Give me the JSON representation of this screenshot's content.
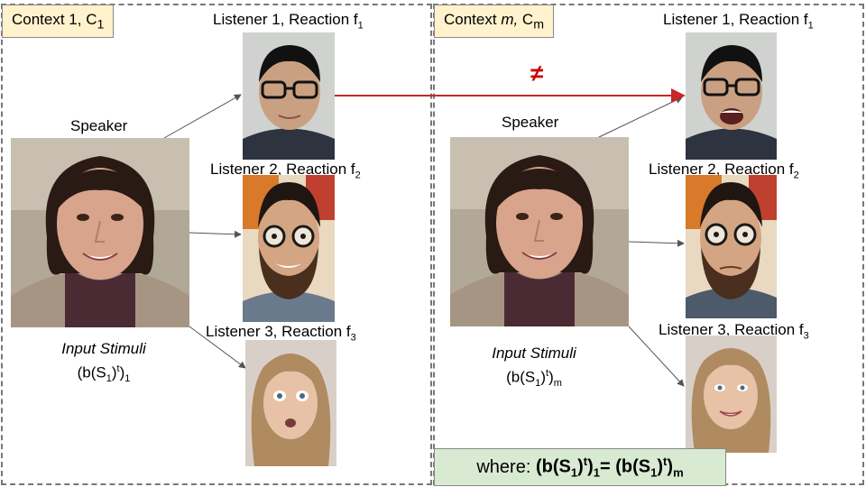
{
  "left": {
    "context_label": "Context 1, C",
    "context_sub": "1",
    "speaker_label": "Speaker",
    "stimuli_title": "Input Stimuli",
    "stimuli_open": "(b(S",
    "stimuli_sub1": "1",
    "stimuli_mid": ")",
    "stimuli_sup": "t",
    "stimuli_close": ")",
    "stimuli_sub2": "1",
    "listeners": [
      {
        "label": "Listener 1, Reaction f",
        "sub": "1"
      },
      {
        "label": "Listener 2, Reaction f",
        "sub": "2"
      },
      {
        "label": "Listener 3, Reaction f",
        "sub": "3"
      }
    ]
  },
  "right": {
    "context_label_a": "Context ",
    "context_label_m": "m,",
    "context_label_b": " C",
    "context_sub": "m",
    "speaker_label": "Speaker",
    "stimuli_title": "Input Stimuli",
    "stimuli_open": "(b(S",
    "stimuli_sub1": "1",
    "stimuli_mid": ")",
    "stimuli_sup": "t",
    "stimuli_close": ")",
    "stimuli_sub2": "m",
    "listeners": [
      {
        "label": "Listener 1, Reaction f",
        "sub": "1"
      },
      {
        "label": "Listener 2, Reaction f",
        "sub": "2"
      },
      {
        "label": "Listener 3, Reaction f",
        "sub": "3"
      }
    ]
  },
  "not_equal": "≠",
  "where": {
    "prefix": "where: ",
    "a_open": "(b(S",
    "a_sub1": "1",
    "a_mid": ")",
    "a_sup": "t",
    "a_close": ")",
    "a_sub2": "1",
    "eq": "= ",
    "b_open": "(b(S",
    "b_sub1": "1",
    "b_mid": ")",
    "b_sup": "t",
    "b_close": ")",
    "b_sub2": "m"
  },
  "colors": {
    "badge_bg": "#fff2cc",
    "where_bg": "#d9ead3",
    "red_line": "#c62828",
    "dash_border": "#777777"
  }
}
